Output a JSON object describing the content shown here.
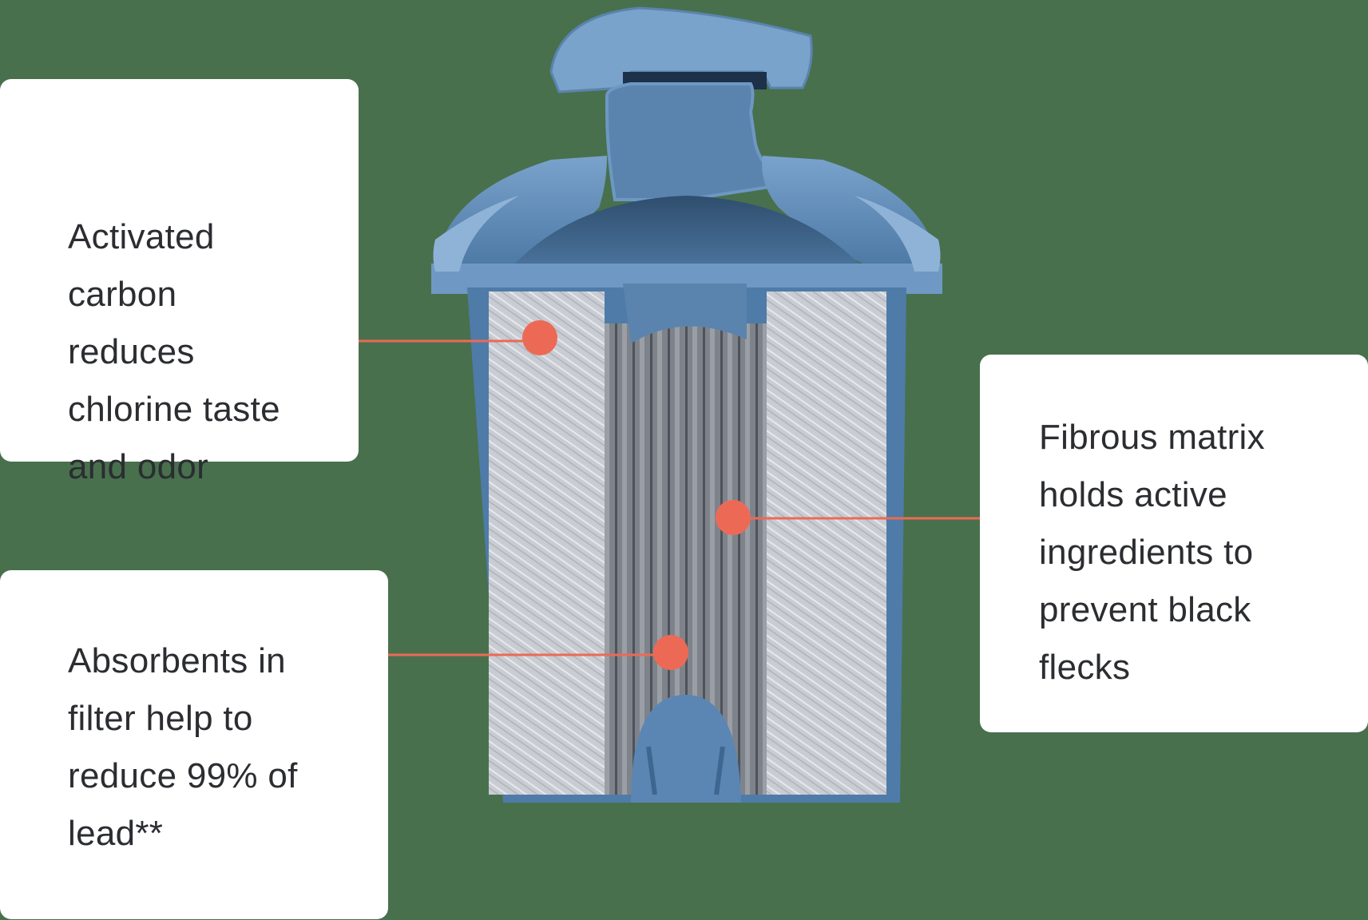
{
  "diagram": {
    "subject": "Water filter cartridge cross-section",
    "background_color": "#48704d",
    "accent_color": "#ec6a55",
    "shell_color": "#5b86b3",
    "callouts": [
      {
        "id": "carbon",
        "text": "Activated\ncarbon\nreduces\nchlorine taste\nand odor",
        "target": "outer white granular layer"
      },
      {
        "id": "lead",
        "text": "Absorbents in\nfilter help to\nreduce 99% of\nlead**",
        "target": "inner pleated core (lower)"
      },
      {
        "id": "fibrous",
        "text": "Fibrous matrix\nholds active\ningredients to\nprevent black\nflecks",
        "target": "inner pleated core (middle)"
      }
    ]
  }
}
